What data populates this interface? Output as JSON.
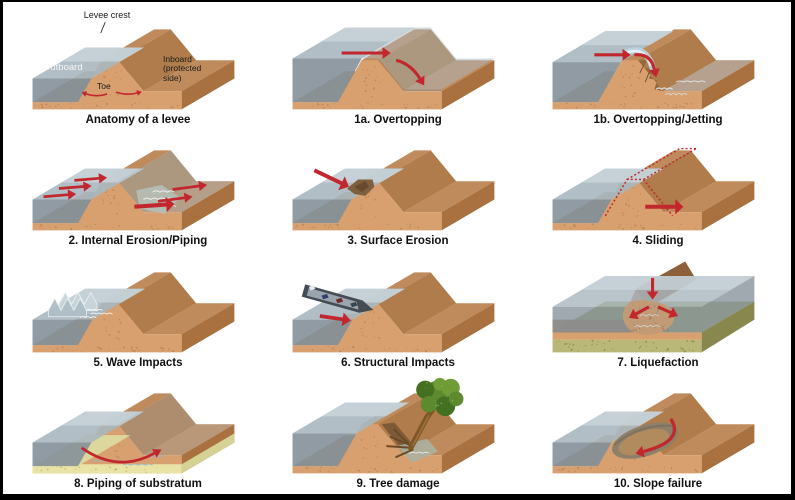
{
  "panels": [
    {
      "id": "anatomy",
      "caption": "Anatomy of a levee",
      "labels": {
        "crest": "Levee crest",
        "outboard": "Outboard",
        "inboard": "Inboard\n(protected\nside)",
        "toe": "Toe"
      }
    },
    {
      "id": "overtopping",
      "caption": "1a. Overtopping"
    },
    {
      "id": "jetting",
      "caption": "1b. Overtopping/Jetting"
    },
    {
      "id": "internal-erosion",
      "caption": "2. Internal Erosion/Piping"
    },
    {
      "id": "surface-erosion",
      "caption": "3. Surface Erosion"
    },
    {
      "id": "sliding",
      "caption": "4. Sliding"
    },
    {
      "id": "wave-impacts",
      "caption": "5. Wave Impacts"
    },
    {
      "id": "structural-impacts",
      "caption": "6. Structural Impacts"
    },
    {
      "id": "liquefaction",
      "caption": "7. Liquefaction"
    },
    {
      "id": "piping-substratum",
      "caption": "8. Piping of substratum"
    },
    {
      "id": "tree-damage",
      "caption": "9. Tree damage"
    },
    {
      "id": "slope-failure",
      "caption": "10. Slope failure"
    }
  ],
  "colors": {
    "sand_top": "#c08b5c",
    "sand_front": "#d9a06f",
    "sand_side": "#a8713f",
    "sand_slope_lit": "#c79a6e",
    "sand_slope_shade": "#b07c4b",
    "sand_floor": "#b08055",
    "sand_speckle": "#8a5f36",
    "water_top": "#a9b7bf",
    "water_top_light": "#cbd6db",
    "water_front": "#87939b",
    "water_pale": "#bcd8e6",
    "arrow_red": "#c1272d",
    "erosion_dark": "#7e5f3e",
    "substratum_yellow": "#e9e3a6",
    "grass_top": "#9aa55e",
    "grass_front": "#b9b878",
    "grass_side": "#87874e",
    "rubble": "#c39a76",
    "tree_green": "#5d8a2e",
    "tree_green_dark": "#447021",
    "tree_green_light": "#6f9c35",
    "trunk_brown": "#7d5527",
    "barge_hull": "#454c55",
    "barge_deck": "#9aa5ad",
    "foam_white": "#eef4f6",
    "slump_gray": "#8d7f6a",
    "slump_floor": "#b18a5e"
  }
}
